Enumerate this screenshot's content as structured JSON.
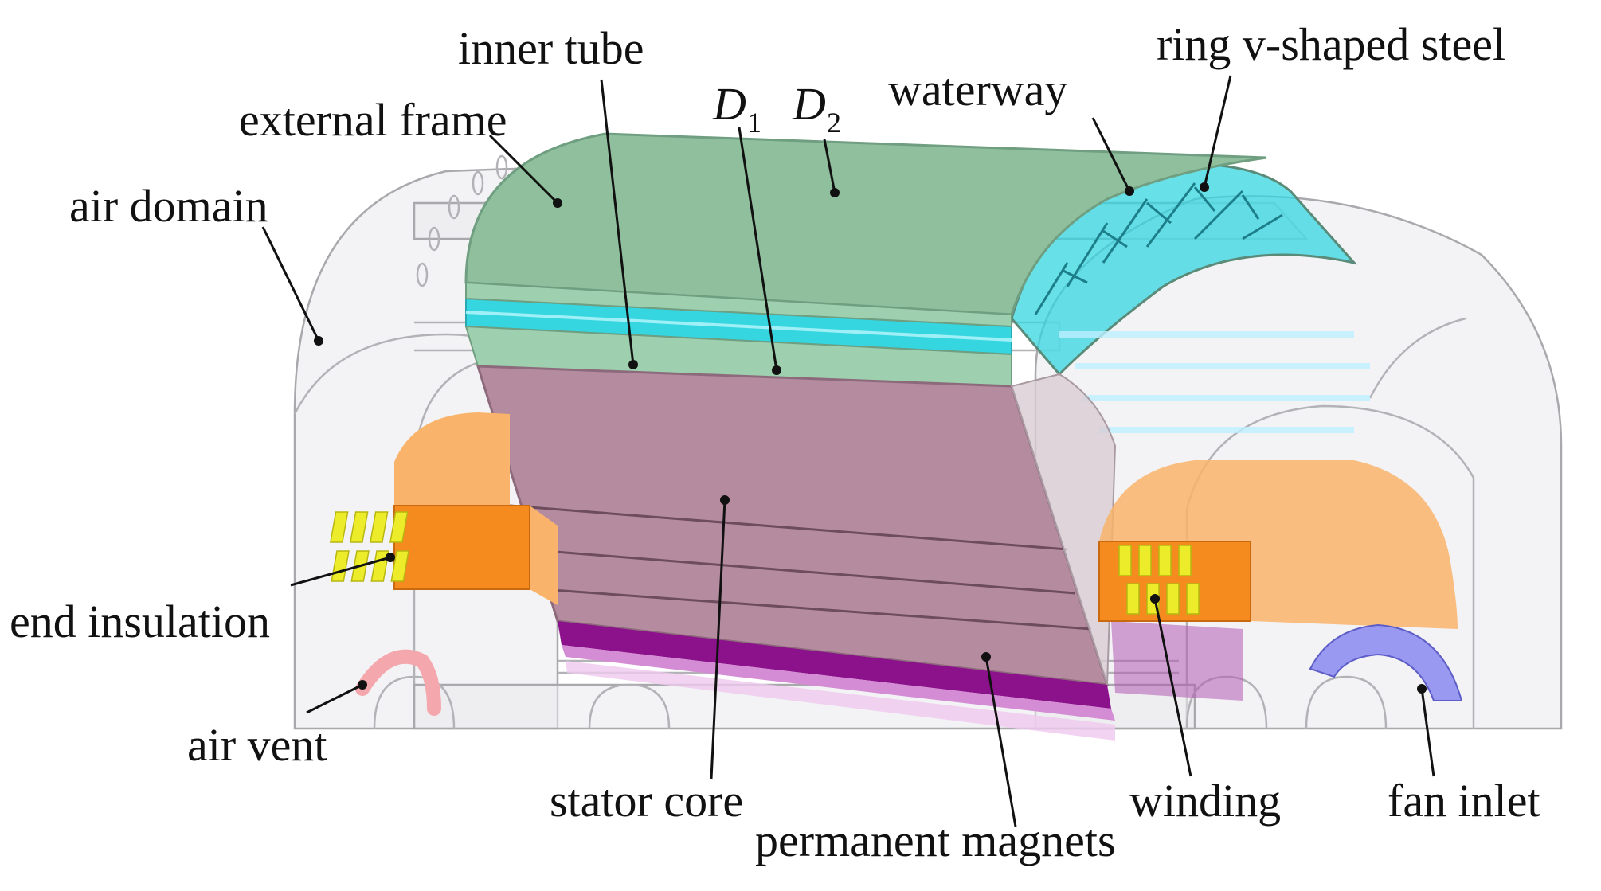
{
  "labels": {
    "inner_tube": "inner tube",
    "ring_v_shaped_steel": "ring v-shaped steel",
    "external_frame": "external frame",
    "d1_symbol": "D",
    "d1_subscript": "1",
    "d2_symbol": "D",
    "d2_subscript": "2",
    "waterway": "waterway",
    "air_domain": "air domain",
    "end_insulation": "end insulation",
    "air_vent": "air vent",
    "stator_core": "stator core",
    "permanent_magnets": "permanent magnets",
    "winding": "winding",
    "fan_inlet": "fan inlet"
  },
  "colors": {
    "external_frame": "#8fbf9d",
    "inner_tube": "#9ecfae",
    "waterway": "#36d6e0",
    "stator_core": "#b58b9f",
    "permanent_magnets": "#8c128c",
    "end_insulation": "#f58a1f",
    "end_insulation_light": "#f9b36a",
    "winding": "#ecec2a",
    "air_vent": "#f4a8ae",
    "fan_inlet": "#8888f0",
    "air_domain": "#e9e9ec"
  }
}
